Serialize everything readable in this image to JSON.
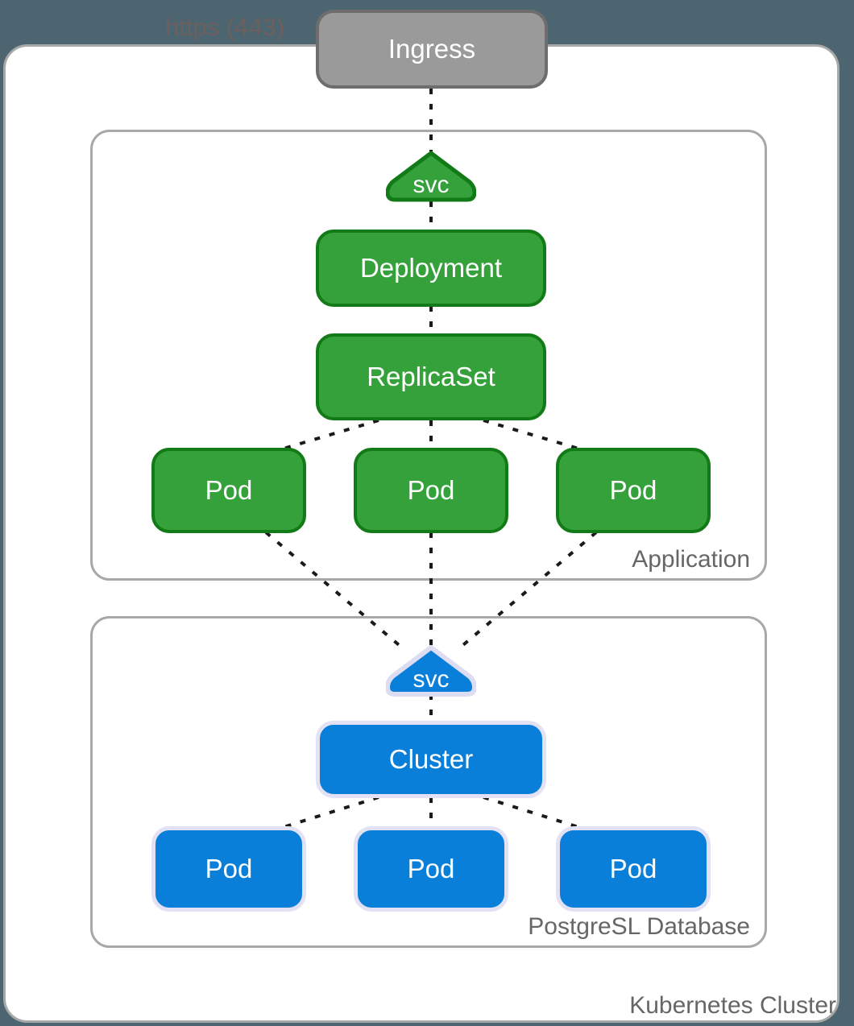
{
  "diagram": {
    "title": "Kubernetes Cluster",
    "traffic_label": "https (443)",
    "background_color": "#4d6570"
  },
  "cluster": {
    "label": "Kubernetes Cluster",
    "border_color": "#a8a8a8",
    "fill_color": "#ffffff"
  },
  "ingress": {
    "label": "Ingress",
    "fill_color": "#9a9a9a",
    "border_color": "#6d6d6d"
  },
  "groups": [
    {
      "id": "application",
      "label": "Application",
      "accent_color": "#34a13a",
      "border_color": "#127a17",
      "service": {
        "label": "svc"
      },
      "nodes": [
        {
          "label": "Deployment"
        },
        {
          "label": "ReplicaSet"
        }
      ],
      "pods": [
        {
          "label": "Pod"
        },
        {
          "label": "Pod"
        },
        {
          "label": "Pod"
        }
      ]
    },
    {
      "id": "database",
      "label": "PostgreSL Database",
      "accent_color": "#0a7fda",
      "border_color": "#e2e2f4",
      "service": {
        "label": "svc"
      },
      "nodes": [
        {
          "label": "Cluster"
        }
      ],
      "pods": [
        {
          "label": "Pod"
        },
        {
          "label": "Pod"
        },
        {
          "label": "Pod"
        }
      ]
    }
  ],
  "connections": {
    "style": "dotted",
    "color": "#1a1a1a"
  }
}
